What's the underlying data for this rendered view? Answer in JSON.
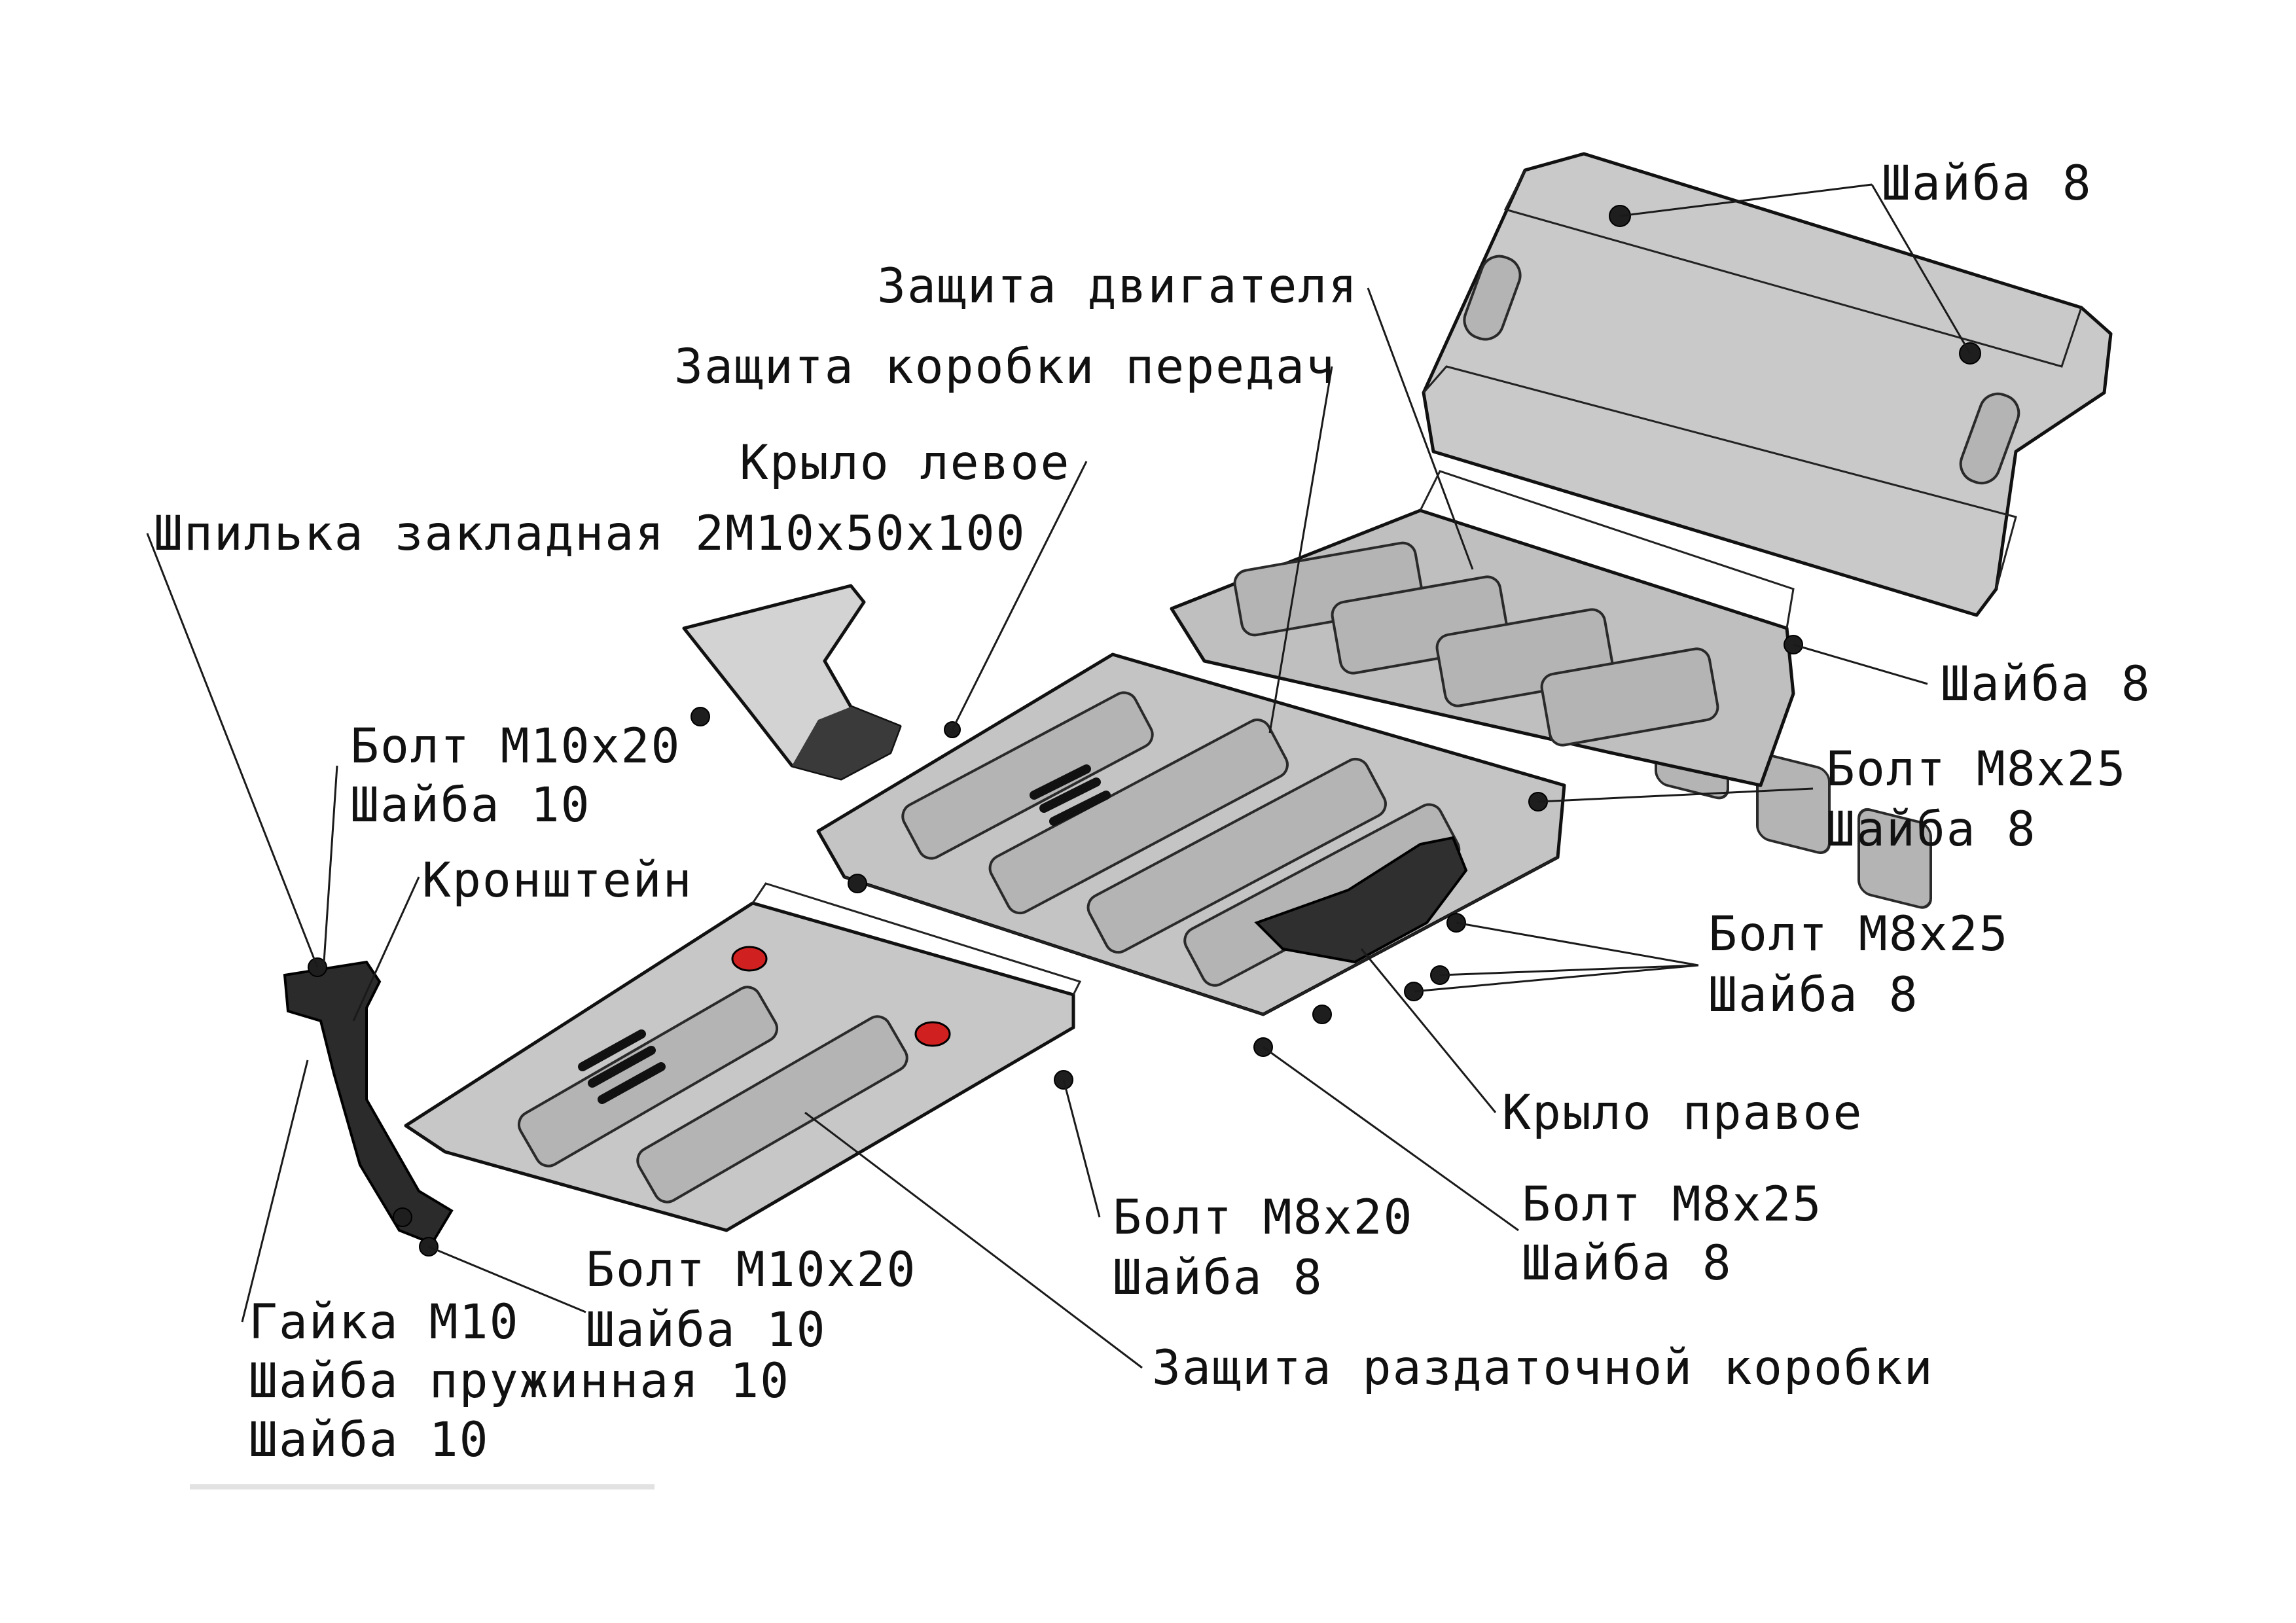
{
  "diagram": {
    "labels": {
      "washer8_top": "Шайба 8",
      "engine_guard": "Защита двигателя",
      "gearbox_guard": "Защита коробки передач",
      "left_fender": "Крыло левое",
      "stud": "Шпилька закладная 2М10х50х100",
      "washer8_right": "Шайба 8",
      "bolt_m10x20_a": "Болт М10х20",
      "washer10_a": "Шайба 10",
      "bolt_m8x25_a": "Болт М8х25",
      "washer8_a": "Шайба 8",
      "bracket": "Кронштейн",
      "bolt_m8x25_b": "Болт М8х25",
      "washer8_b": "Шайба 8",
      "right_fender": "Крыло правое",
      "bolt_m8x20": "Болт М8х20",
      "washer8_c": "Шайба 8",
      "bolt_m8x25_c": "Болт М8х25",
      "washer8_d": "Шайба 8",
      "bolt_m10x20_b": "Болт М10х20",
      "washer10_b": "Шайба 10",
      "nut_m10": "Гайка М10",
      "spring_washer10": "Шайба пружинная 10",
      "washer10_c": "Шайба 10",
      "transfer_case_guard": "Защита раздаточной коробки"
    },
    "colors": {
      "plate_light": "#d6d6d6",
      "plate_mid": "#bdbdbd",
      "plate_dark": "#9c9c9c",
      "bracket": "#2b2b2b",
      "drain_plug": "#d02020",
      "line": "#111111"
    }
  }
}
